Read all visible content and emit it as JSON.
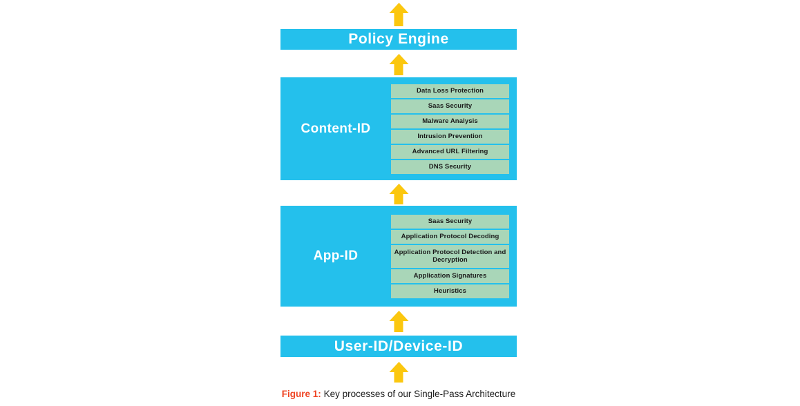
{
  "colors": {
    "block_blue": "#24C0EC",
    "item_green": "#A9D6B8",
    "arrow_yellow": "#FBC70F",
    "block_text": "#FFFFFF",
    "item_text": "#1A1A1A",
    "caption_accent": "#EF4423",
    "caption_text": "#1A1A1A",
    "background": "#FFFFFF"
  },
  "diagram": {
    "top_arrow": "arrow-up-icon",
    "policy_engine": {
      "label": "Policy Engine"
    },
    "arrow_policy_to_content": "arrow-up-icon",
    "content_id": {
      "label": "Content-ID",
      "items": [
        "Data Loss Protection",
        "Saas Security",
        "Malware Analysis",
        "Intrusion Prevention",
        "Advanced URL Filtering",
        "DNS Security"
      ]
    },
    "arrow_content_to_app": "arrow-up-icon",
    "app_id": {
      "label": "App-ID",
      "items": [
        "Saas Security",
        "Application Protocol Decoding",
        "Application Protocol Detection and Decryption",
        "Application Signatures",
        "Heuristics"
      ]
    },
    "arrow_app_to_user": "arrow-up-icon",
    "user_device_id": {
      "label": "User-ID/Device-ID"
    },
    "bottom_arrow": "arrow-up-icon"
  },
  "caption": {
    "prefix": "Figure 1:",
    "text": " Key processes of our Single-Pass Architecture"
  }
}
